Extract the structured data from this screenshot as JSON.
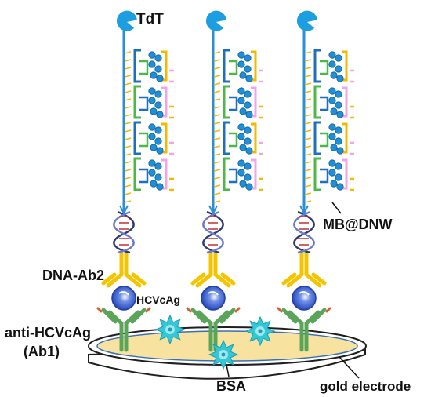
{
  "labels": {
    "tdt": "TdT",
    "dna_ab2": "DNA-Ab2",
    "hcvcag": "HCVcAg",
    "anti_hcvcag": "anti-HCVcAg",
    "ab1": "(Ab1)",
    "bsa": "BSA",
    "mb_dnw": "MB@DNW",
    "gold_electrode": "gold electrode"
  },
  "colors": {
    "dna_strand": "#2a8fd6",
    "bracket_blue": "#1f6fbf",
    "bracket_yellow": "#f5b800",
    "bracket_green": "#4cb848",
    "bracket_pink": "#f0a6e6",
    "methylene_blue": "#1f8fd8",
    "antibody_yellow": "#f5c400",
    "antibody_green": "#5aa55a",
    "antigen": "#1e3fae",
    "bsa": "#33c8d8",
    "electrode_fill": "#f8e2a0",
    "electrode_rim": "#1f1f1f",
    "tdt": "#1d9ee0"
  },
  "icons": [
    "tdt-enzyme-icon",
    "dna-helix-icon",
    "antibody-icon",
    "antigen-icon",
    "bsa-protein-icon",
    "electrode-icon"
  ]
}
